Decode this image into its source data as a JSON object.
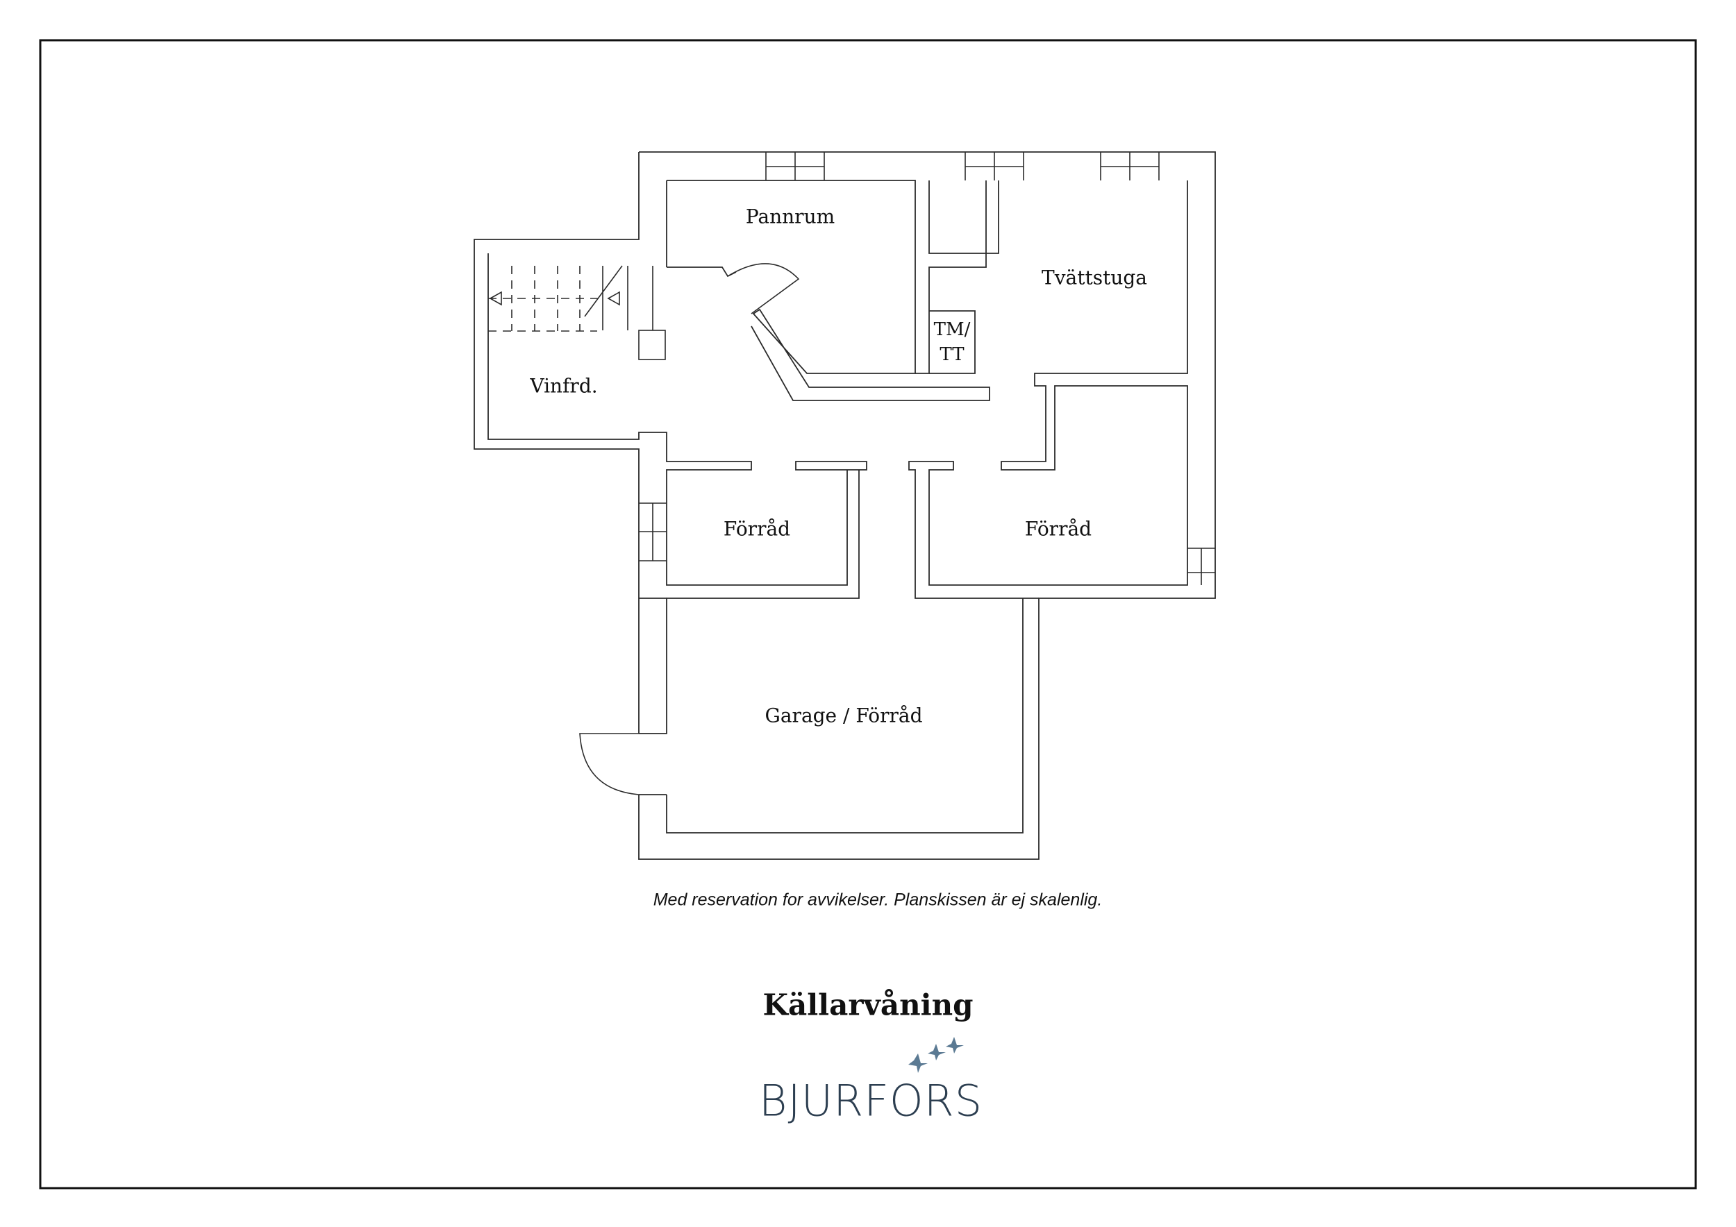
{
  "plan": {
    "rooms": {
      "pannrum": "Pannrum",
      "tvattstuga": "Tvättstuga",
      "tm_tt_line1": "TM/",
      "tm_tt_line2": "TT",
      "vinfrd": "Vinfrd.",
      "forrad_left": "Förråd",
      "forrad_right": "Förråd",
      "garage": "Garage / Förråd"
    }
  },
  "disclaimer": "Med reservation for avvikelser. Planskissen är ej skalenlig.",
  "floor_title": "Källarvåning",
  "brand": {
    "name": "BJURFORS",
    "logo_icon": "birds-icon",
    "color": "#2c3e50",
    "accent_color": "#5b7a93"
  }
}
